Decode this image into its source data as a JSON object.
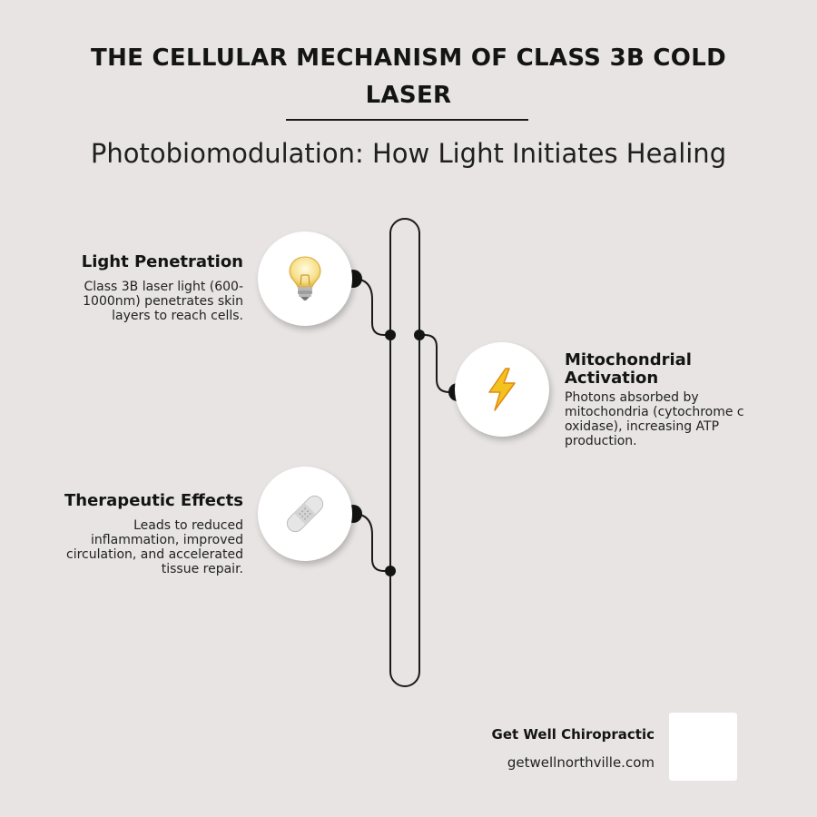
{
  "header": {
    "title": "THE CELLULAR MECHANISM OF CLASS 3B COLD LASER",
    "subtitle": "Photobiomodulation: How Light Initiates Healing"
  },
  "steps": [
    {
      "title": "Light Penetration",
      "description": "Class 3B laser light (600-1000nm) penetrates skin layers to reach cells.",
      "icon": "light-bulb-icon"
    },
    {
      "title": "Mitochondrial Activation",
      "description": "Photons absorbed by mitochondria (cytochrome c oxidase), increasing ATP production.",
      "icon": "lightning-bolt-icon"
    },
    {
      "title": "Therapeutic Effects",
      "description": "Leads to reduced inflammation, improved circulation, and accelerated tissue repair.",
      "icon": "bandage-icon"
    }
  ],
  "footer": {
    "company": "Get Well Chiropractic",
    "website": "getwellnorthville.com"
  },
  "colors": {
    "background": "#e7e4e3",
    "line": "#1a1a1a",
    "circle": "#ffffff"
  }
}
